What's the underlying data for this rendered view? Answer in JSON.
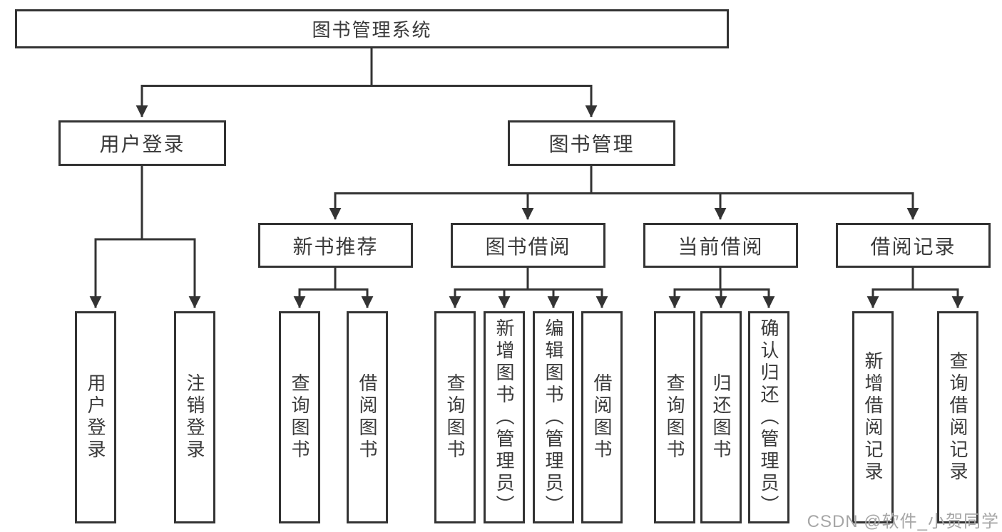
{
  "diagram_title": "图书管理系统",
  "colors": {
    "line": "#333333",
    "text": "#3a3a3a",
    "watermark": "#a6a6a6",
    "background": "#ffffff"
  },
  "tree": {
    "root": {
      "label": "图书管理系统",
      "children": [
        {
          "label": "用户登录",
          "children": [
            {
              "label": "用户登录"
            },
            {
              "label": "注销登录"
            }
          ]
        },
        {
          "label": "图书管理",
          "children": [
            {
              "label": "新书推荐",
              "children": [
                {
                  "label": "查询图书"
                },
                {
                  "label": "借阅图书"
                }
              ]
            },
            {
              "label": "图书借阅",
              "children": [
                {
                  "label": "查询图书"
                },
                {
                  "label": "新增图书（管理员）"
                },
                {
                  "label": "编辑图书（管理员）"
                },
                {
                  "label": "借阅图书"
                }
              ]
            },
            {
              "label": "当前借阅",
              "children": [
                {
                  "label": "查询图书"
                },
                {
                  "label": "归还图书"
                },
                {
                  "label": "确认归还（管理员）"
                }
              ]
            },
            {
              "label": "借阅记录",
              "children": [
                {
                  "label": "新增借阅记录"
                },
                {
                  "label": "查询借阅记录"
                }
              ]
            }
          ]
        }
      ]
    }
  },
  "watermark": {
    "text": "CSDN @软件_小贺同学"
  }
}
